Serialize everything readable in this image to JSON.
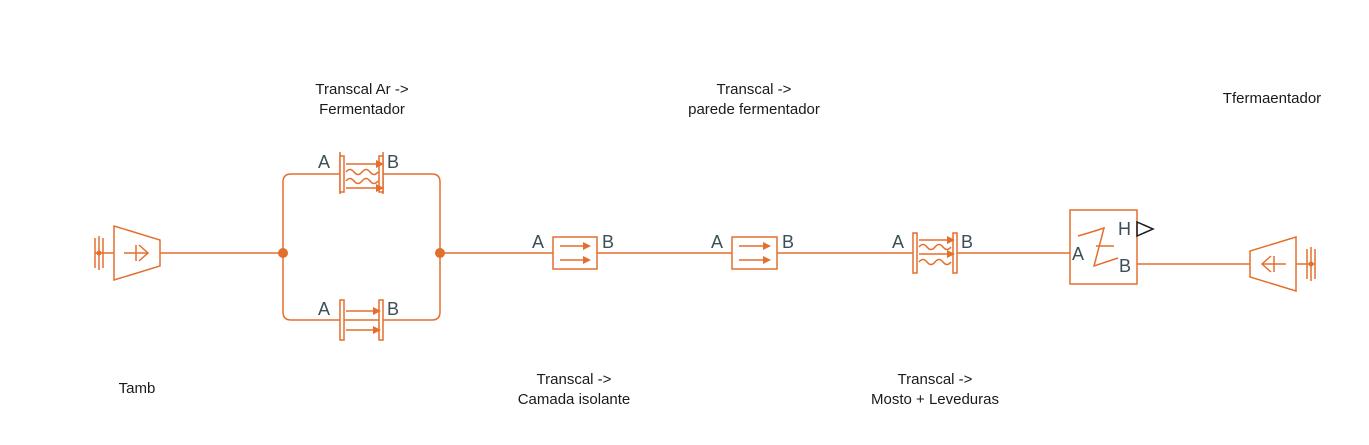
{
  "colors": {
    "wire": "#e46f2d",
    "port_text": "#3c4f57",
    "label_text": "#1a1a1a",
    "background": "#ffffff"
  },
  "blocks": {
    "tamb": {
      "label": "Tamb",
      "icon": "temperature-source-icon"
    },
    "transcal_ar_top": {
      "line1": "Transcal Ar ->",
      "line2": "Fermentador",
      "port_a": "A",
      "port_b": "B",
      "icon": "convective-heat-transfer-icon"
    },
    "transcal_ar_bottom": {
      "port_a": "A",
      "port_b": "B",
      "icon": "conductive-heat-transfer-icon"
    },
    "transcal_isolante": {
      "line1": "Transcal ->",
      "line2": "Camada isolante",
      "port_a": "A",
      "port_b": "B",
      "icon": "conductive-heat-transfer-icon"
    },
    "transcal_parede": {
      "line1": "Transcal ->",
      "line2": "parede fermentador",
      "port_a": "A",
      "port_b": "B",
      "icon": "conductive-heat-transfer-icon"
    },
    "transcal_mosto": {
      "line1": "Transcal ->",
      "line2": "Mosto + Leveduras",
      "port_a": "A",
      "port_b": "B",
      "icon": "convective-heat-transfer-icon"
    },
    "sensor": {
      "port_a": "A",
      "port_b": "B",
      "port_h": "H",
      "icon": "heat-flow-sensor-icon"
    },
    "tfermentador": {
      "label": "Tfermaentador",
      "icon": "temperature-source-icon"
    }
  }
}
